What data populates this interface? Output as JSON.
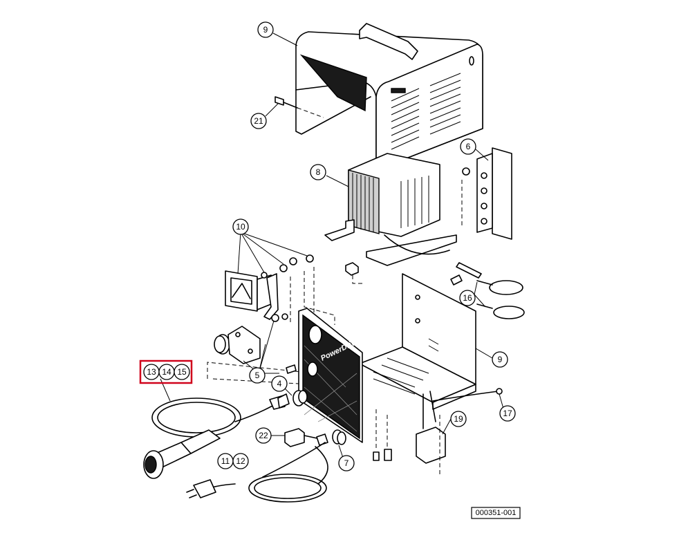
{
  "figure": {
    "reference_code": "000351-001",
    "brand_text": "PowerDrive",
    "highlight_color": "#d0021b",
    "line_color": "#000000"
  },
  "callouts": [
    {
      "id": "c9top",
      "label": "9"
    },
    {
      "id": "c21",
      "label": "21"
    },
    {
      "id": "c8",
      "label": "8"
    },
    {
      "id": "c6",
      "label": "6"
    },
    {
      "id": "c10",
      "label": "10"
    },
    {
      "id": "c16",
      "label": "16"
    },
    {
      "id": "c9bot",
      "label": "9"
    },
    {
      "id": "c5",
      "label": "5"
    },
    {
      "id": "c4",
      "label": "4"
    },
    {
      "id": "c13",
      "label": "13"
    },
    {
      "id": "c14",
      "label": "14"
    },
    {
      "id": "c15",
      "label": "15"
    },
    {
      "id": "c17",
      "label": "17"
    },
    {
      "id": "c19",
      "label": "19"
    },
    {
      "id": "c22",
      "label": "22"
    },
    {
      "id": "c7",
      "label": "7"
    },
    {
      "id": "c11",
      "label": "11"
    },
    {
      "id": "c12",
      "label": "12"
    }
  ]
}
